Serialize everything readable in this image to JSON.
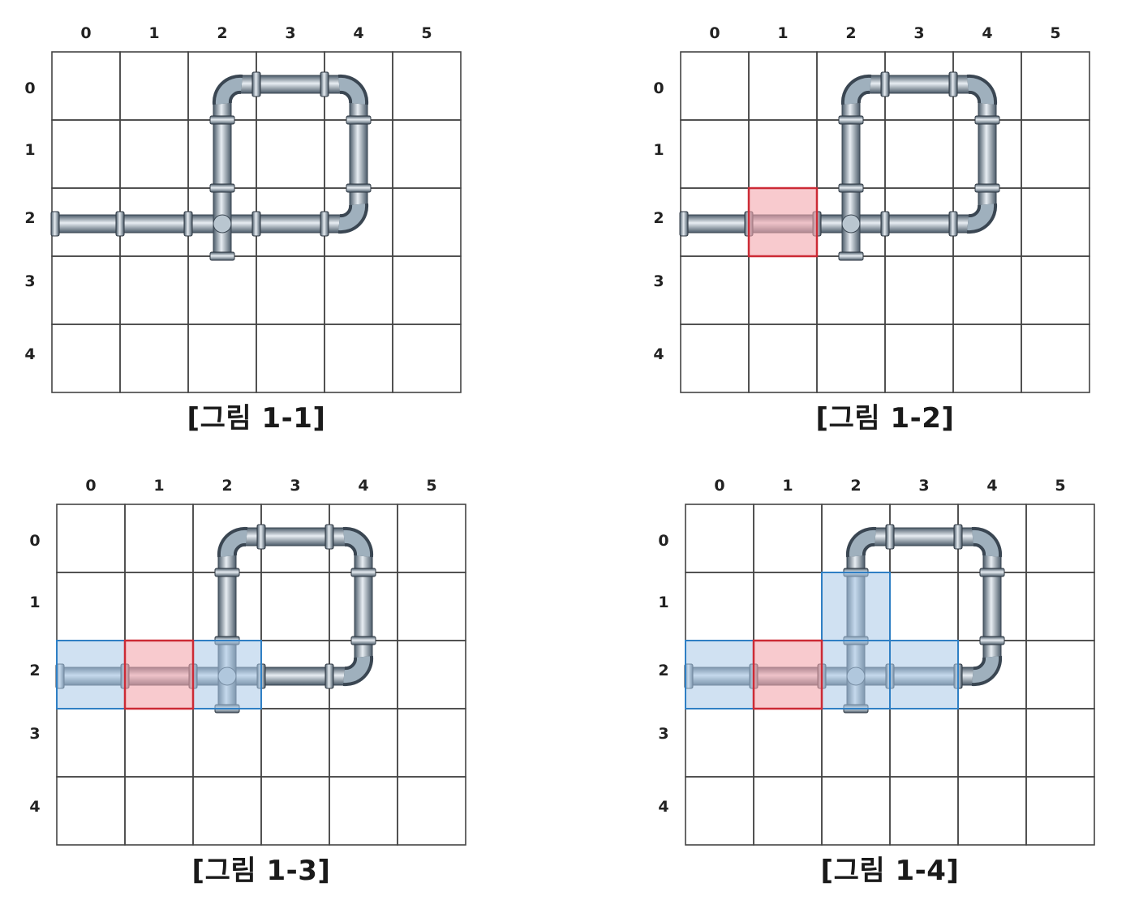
{
  "grid": {
    "columns": [
      "0",
      "1",
      "2",
      "3",
      "4",
      "5"
    ],
    "rows": [
      "0",
      "1",
      "2",
      "3",
      "4"
    ]
  },
  "colors": {
    "pipe_dark": "#4a5a68",
    "pipe_light": "#e8eef3",
    "highlight_red_fill": "#f4a7ae",
    "highlight_red_stroke": "#cc2a35",
    "highlight_blue_fill": "#a9c8e8",
    "highlight_blue_stroke": "#2f7fc4",
    "grid_line": "#444444"
  },
  "panels": [
    {
      "caption": "[그림 1-1]",
      "red_cells": [],
      "blue_cells": []
    },
    {
      "caption": "[그림 1-2]",
      "red_cells": [
        [
          1,
          2
        ]
      ],
      "blue_cells": []
    },
    {
      "caption": "[그림 1-3]",
      "red_cells": [
        [
          1,
          2
        ]
      ],
      "blue_cells": [
        [
          0,
          2
        ],
        [
          2,
          2
        ]
      ]
    },
    {
      "caption": "[그림 1-4]",
      "red_cells": [
        [
          1,
          2
        ]
      ],
      "blue_cells": [
        [
          0,
          2
        ],
        [
          2,
          1
        ],
        [
          2,
          2
        ],
        [
          3,
          2
        ]
      ]
    }
  ]
}
